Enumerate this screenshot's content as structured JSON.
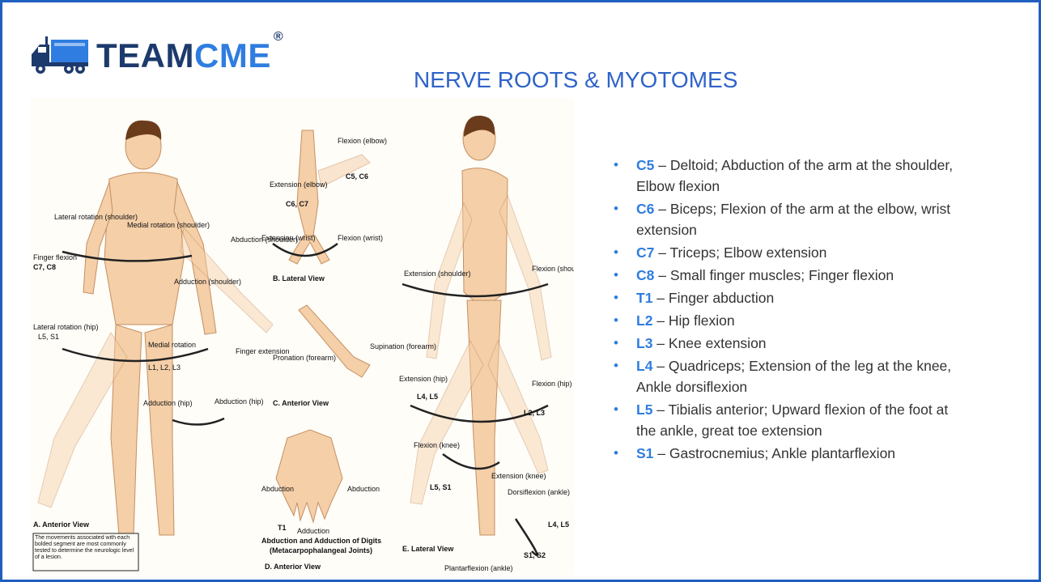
{
  "logo": {
    "team": "TEAM",
    "cme": "CME",
    "reg": "®"
  },
  "title": "NERVE ROOTS & MYOTOMES",
  "figure": {
    "a_label": "A. Anterior View",
    "b_label": "B. Lateral View",
    "c_label": "C. Anterior View",
    "d_label": "D. Anterior View",
    "e_label": "E. Lateral View",
    "note": "The movements associated with each bolded segment are most commonly tested to determine the neurologic level of a lesion.",
    "labels": {
      "lat_rot_shoulder": "Lateral rotation (shoulder)",
      "med_rot_shoulder": "Medial rotation (shoulder)",
      "finger_flexion": "Finger flexion",
      "c7c8": "C7, C8",
      "abduction_shoulder": "Abduction (shoulder)",
      "adduction_shoulder": "Adduction (shoulder)",
      "lat_rot_hip": "Lateral rotation (hip)",
      "l5s1": "L5, S1",
      "medial_rotation": "Medial rotation",
      "l1l2l3": "L1, L2, L3",
      "finger_extension": "Finger extension",
      "abduction_hip": "Abduction (hip)",
      "adduction_hip": "Adduction (hip)",
      "flexion_elbow": "Flexion (elbow)",
      "extension_elbow": "Extension (elbow)",
      "c5c6": "C5, C6",
      "c6c7": "C6, C7",
      "ext_wrist": "Extension (wrist)",
      "flex_wrist": "Flexion (wrist)",
      "pronation": "Pronation (forearm)",
      "supination": "Supination (forearm)",
      "abduction": "Abduction",
      "adduction": "Adduction",
      "t1": "T1",
      "digits": "Abduction and Adduction of Digits",
      "mcp": "(Metacarpophalangeal Joints)",
      "ext_shoulder": "Extension (shoulder)",
      "flex_shoulder": "Flexion (shoulder)",
      "ext_hip": "Extension (hip)",
      "flex_hip": "Flexion (hip)",
      "l4l5": "L4, L5",
      "l2l3": "L2, L3",
      "flex_knee": "Flexion (knee)",
      "ext_knee": "Extension (knee)",
      "dorsiflexion": "Dorsiflexion (ankle)",
      "plantarflexion": "Plantarflexion (ankle)",
      "s1s2": "S1, S2"
    }
  },
  "items": [
    {
      "code": "C5",
      "text": " – Deltoid; Abduction of the arm at the shoulder, Elbow flexion"
    },
    {
      "code": "C6",
      "text": " – Biceps; Flexion of the arm at the elbow, wrist extension"
    },
    {
      "code": "C7",
      "text": " – Triceps; Elbow extension"
    },
    {
      "code": "C8",
      "text": " – Small finger muscles; Finger flexion"
    },
    {
      "code": "T1",
      "text": " – Finger abduction"
    },
    {
      "code": "L2",
      "text": " – Hip flexion"
    },
    {
      "code": "L3",
      "text": " – Knee extension"
    },
    {
      "code": "L4",
      "text": " – Quadriceps; Extension of the leg at the knee, Ankle dorsiflexion"
    },
    {
      "code": "L5",
      "text": " – Tibialis anterior; Upward flexion of the foot at the ankle, great toe extension"
    },
    {
      "code": "S1",
      "text": " – Gastrocnemius; Ankle plantarflexion"
    }
  ],
  "colors": {
    "accent": "#2f7de0",
    "title": "#2f63c8",
    "border": "#1f5fbf",
    "logo_dark": "#1d3a6c",
    "skin": "#f2c9a0"
  }
}
